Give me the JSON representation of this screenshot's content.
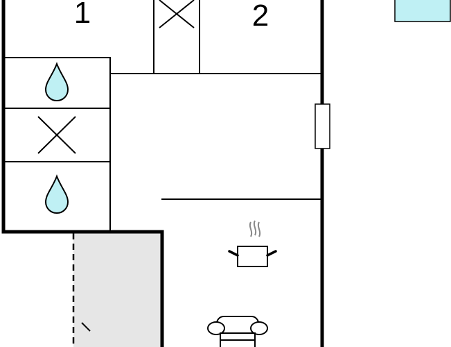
{
  "floorplan": {
    "rooms": [
      {
        "id": "bedroom-1",
        "label": "1"
      },
      {
        "id": "bedroom-2",
        "label": "2"
      }
    ],
    "fixtures": [
      {
        "kind": "shower",
        "icon": "water-drop-icon"
      },
      {
        "kind": "wardrobe",
        "icon": "cross-icon"
      },
      {
        "kind": "shower",
        "icon": "water-drop-icon"
      },
      {
        "kind": "stove",
        "icon": "cooking-pot-icon"
      },
      {
        "kind": "seating",
        "icon": "armchair-icon"
      },
      {
        "kind": "window",
        "icon": "window-marker"
      },
      {
        "kind": "terrace",
        "icon": "terrace-area"
      }
    ],
    "colors": {
      "wall": "#000000",
      "water": "#bff0f4",
      "terrace": "#e6e6e6",
      "background": "#ffffff"
    }
  }
}
